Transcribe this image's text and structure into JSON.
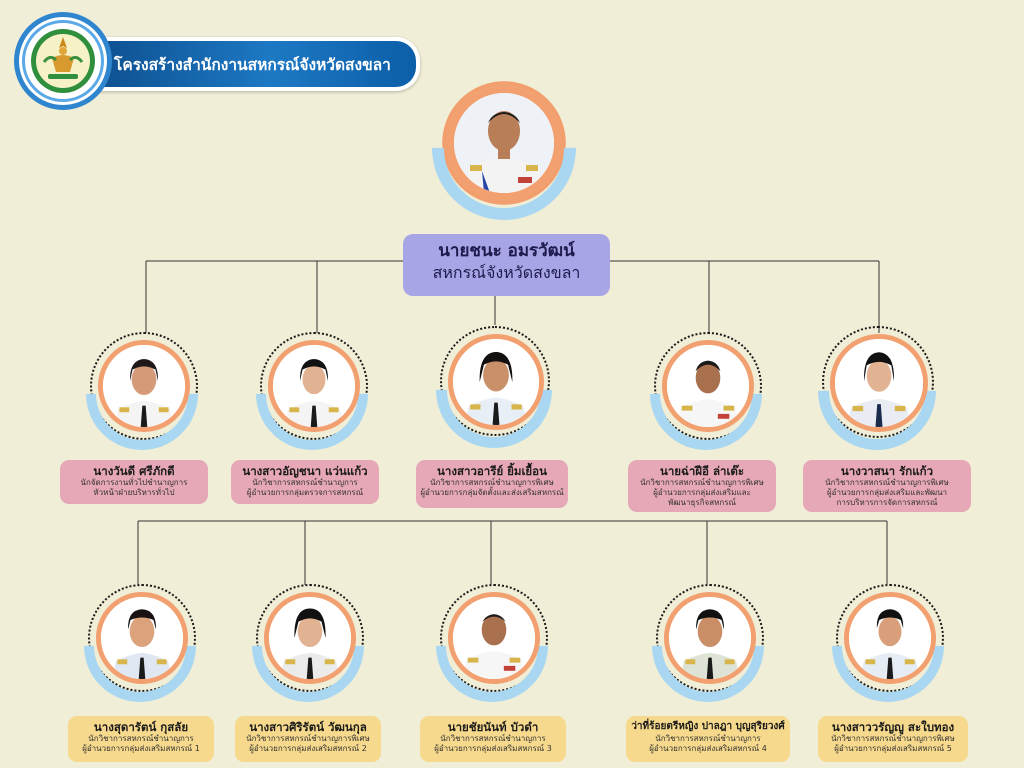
{
  "header": {
    "title": "โครงสร้างสำนักงานสหกรณ์จังหวัดสงขลา",
    "logo_icon": "cooperative-emblem-icon"
  },
  "colors": {
    "background": "#f0eed6",
    "banner": "#1d78c3",
    "head_label": "#a8a5e6",
    "row1_label": "#e6a7b6",
    "row2_label": "#f6d98c",
    "frame_orange": "#f2a070",
    "frame_blue": "#a9d7f2"
  },
  "head": {
    "name": "นายชนะ อมรวัฒน์",
    "position": "สหกรณ์จังหวัดสงขลา"
  },
  "row1": [
    {
      "name": "นางวันดี ศรีภักดี",
      "line1": "นักจัดการงานทั่วไปชำนาญการ",
      "line2": "หัวหน้าฝ่ายบริหารทั่วไป",
      "line3": ""
    },
    {
      "name": "นางสาวอัญชนา แว่นแก้ว",
      "line1": "นักวิชาการสหกรณ์ชำนาญการ",
      "line2": "ผู้อำนวยการกลุ่มตรวจการสหกรณ์",
      "line3": ""
    },
    {
      "name": "นางสาวอารีย์ ยิ้มเยื้อน",
      "line1": "นักวิชาการสหกรณ์ชำนาญการพิเศษ",
      "line2": "ผู้อำนวยการกลุ่มจัดตั้งและส่งเสริมสหกรณ์",
      "line3": ""
    },
    {
      "name": "นายฉ่าฝีอี ล่าเต๊ะ",
      "line1": "นักวิชาการสหกรณ์ชำนาญการพิเศษ",
      "line2": "ผู้อำนวยการกลุ่มส่งเสริมและ",
      "line3": "พัฒนาธุรกิจสหกรณ์"
    },
    {
      "name": "นางวาสนา รักแก้ว",
      "line1": "นักวิชาการสหกรณ์ชำนาญการพิเศษ",
      "line2": "ผู้อำนวยการกลุ่มส่งเสริมและพัฒนา",
      "line3": "การบริหารการจัดการสหกรณ์"
    }
  ],
  "row2": [
    {
      "name": "นางสุดารัตน์ กุสลัย",
      "line1": "นักวิชาการสหกรณ์ชำนาญการ",
      "line2": "ผู้อำนวยการกลุ่มส่งเสริมสหกรณ์ 1"
    },
    {
      "name": "นางสาวศิริรัตน์ วัฒนกุล",
      "line1": "นักวิชาการสหกรณ์ชำนาญการพิเศษ",
      "line2": "ผู้อำนวยการกลุ่มส่งเสริมสหกรณ์ 2"
    },
    {
      "name": "นายชัยนันท์ บัวดำ",
      "line1": "นักวิชาการสหกรณ์ชำนาญการ",
      "line2": "ผู้อำนวยการกลุ่มส่งเสริมสหกรณ์ 3"
    },
    {
      "name": "ว่าที่ร้อยตรีหญิง ปาลฎา บุญสุริยวงศ์",
      "line1": "นักวิชาการสหกรณ์ชำนาญการ",
      "line2": "ผู้อำนวยการกลุ่มส่งเสริมสหกรณ์ 4"
    },
    {
      "name": "นางสาววรัญญู สะใบทอง",
      "line1": "นักวิชาการสหกรณ์ชำนาญการพิเศษ",
      "line2": "ผู้อำนวยการกลุ่มส่งเสริมสหกรณ์ 5"
    }
  ]
}
